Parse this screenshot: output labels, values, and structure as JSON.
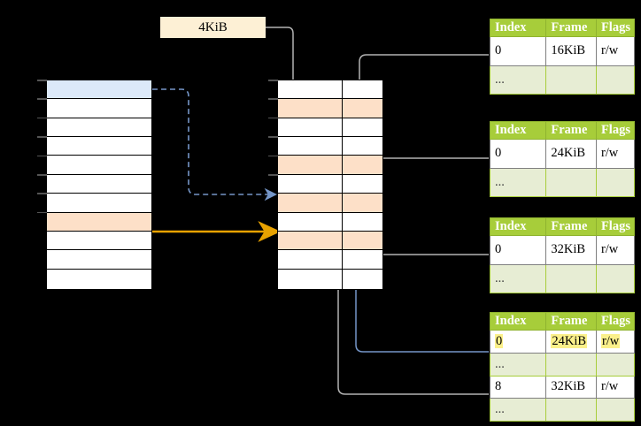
{
  "diagram": {
    "title": "two-level page table address translation",
    "page_size_label": "4KiB",
    "colors": {
      "header_green": "#a7cd3a",
      "ellipsis_row": "#e7edd4",
      "highlight_yellow": "#fbf08a",
      "peach_row": "#fde0c8",
      "blue_row": "#dce9f9",
      "orange_arrow": "#e8a200",
      "blue_arrow": "#7596c8",
      "gray_wire": "#b3b3b3",
      "size_box_bg": "#fdf0d5"
    }
  },
  "virtual_column": {
    "name": "virtual-address-space",
    "row_count": 11,
    "rows": [
      {
        "index": 0,
        "fill": "blue",
        "label": ""
      },
      {
        "index": 1,
        "fill": "white",
        "label": ""
      },
      {
        "index": 2,
        "fill": "white",
        "label": ""
      },
      {
        "index": 3,
        "fill": "white",
        "label": ""
      },
      {
        "index": 4,
        "fill": "white",
        "label": ""
      },
      {
        "index": 5,
        "fill": "white",
        "label": ""
      },
      {
        "index": 6,
        "fill": "white",
        "label": ""
      },
      {
        "index": 7,
        "fill": "peach",
        "label": ""
      },
      {
        "index": 8,
        "fill": "white",
        "label": ""
      },
      {
        "index": 9,
        "fill": "white",
        "label": ""
      },
      {
        "index": 10,
        "fill": "white",
        "label": ""
      }
    ]
  },
  "physical_column": {
    "name": "physical-memory",
    "row_count": 11,
    "rows": [
      {
        "index": 0,
        "fill": "white",
        "label": ""
      },
      {
        "index": 1,
        "fill": "peach",
        "label": ""
      },
      {
        "index": 2,
        "fill": "white",
        "label": ""
      },
      {
        "index": 3,
        "fill": "white",
        "label": ""
      },
      {
        "index": 4,
        "fill": "peach",
        "label": ""
      },
      {
        "index": 5,
        "fill": "white",
        "label": ""
      },
      {
        "index": 6,
        "fill": "peach",
        "label": ""
      },
      {
        "index": 7,
        "fill": "white",
        "label": ""
      },
      {
        "index": 8,
        "fill": "peach",
        "label": ""
      },
      {
        "index": 9,
        "fill": "white",
        "label": ""
      },
      {
        "index": 10,
        "fill": "white",
        "label": ""
      }
    ]
  },
  "page_tables": [
    {
      "name": "page-table-1",
      "headers": [
        "Index",
        "Frame",
        "Flags"
      ],
      "rows": [
        {
          "type": "data",
          "index": "0",
          "frame": "16KiB",
          "flags": "r/w",
          "highlight": {
            "index": false,
            "frame": false,
            "flags": false
          }
        },
        {
          "type": "ellipsis",
          "index": "...",
          "frame": "",
          "flags": ""
        }
      ]
    },
    {
      "name": "page-table-2",
      "headers": [
        "Index",
        "Frame",
        "Flags"
      ],
      "rows": [
        {
          "type": "data",
          "index": "0",
          "frame": "24KiB",
          "flags": "r/w",
          "highlight": {
            "index": false,
            "frame": false,
            "flags": false
          }
        },
        {
          "type": "ellipsis",
          "index": "...",
          "frame": "",
          "flags": ""
        }
      ]
    },
    {
      "name": "page-table-3",
      "headers": [
        "Index",
        "Frame",
        "Flags"
      ],
      "rows": [
        {
          "type": "data",
          "index": "0",
          "frame": "32KiB",
          "flags": "r/w",
          "highlight": {
            "index": false,
            "frame": false,
            "flags": false
          }
        },
        {
          "type": "ellipsis",
          "index": "...",
          "frame": "",
          "flags": ""
        }
      ]
    },
    {
      "name": "page-table-4",
      "headers": [
        "Index",
        "Frame",
        "Flags"
      ],
      "rows": [
        {
          "type": "data",
          "index": "0",
          "frame": "24KiB",
          "flags": "r/w",
          "highlight": {
            "index": true,
            "frame": true,
            "flags": true
          }
        },
        {
          "type": "ellipsis",
          "index": "...",
          "frame": "",
          "flags": ""
        },
        {
          "type": "data",
          "index": "8",
          "frame": "32KiB",
          "flags": "r/w",
          "highlight": {
            "index": false,
            "frame": false,
            "flags": false
          }
        },
        {
          "type": "ellipsis",
          "index": "...",
          "frame": "",
          "flags": ""
        }
      ]
    }
  ]
}
